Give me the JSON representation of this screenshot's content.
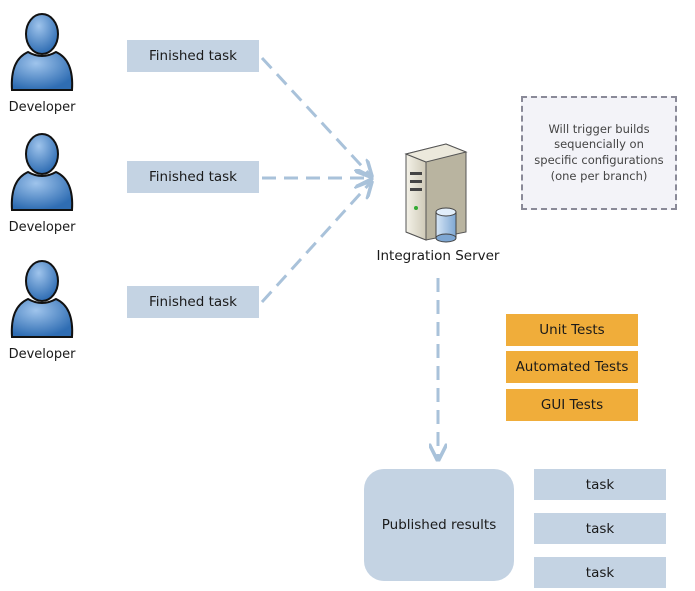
{
  "developers": [
    {
      "label": "Developer"
    },
    {
      "label": "Developer"
    },
    {
      "label": "Developer"
    }
  ],
  "finished_tasks": [
    {
      "label": "Finished task"
    },
    {
      "label": "Finished task"
    },
    {
      "label": "Finished task"
    }
  ],
  "server": {
    "label": "Integration Server",
    "icon": "server-icon"
  },
  "note": {
    "text": "Will trigger builds sequencially on specific configurations (one per branch)"
  },
  "tests": [
    {
      "label": "Unit Tests"
    },
    {
      "label": "Automated Tests"
    },
    {
      "label": "GUI Tests"
    }
  ],
  "results": {
    "label": "Published results"
  },
  "result_tasks": [
    {
      "label": "task"
    },
    {
      "label": "task"
    },
    {
      "label": "task"
    }
  ],
  "colors": {
    "task_fill": "#c4d3e3",
    "test_fill": "#f0ad3a",
    "arrow": "#a9c2da",
    "person": "#4a86c8"
  }
}
